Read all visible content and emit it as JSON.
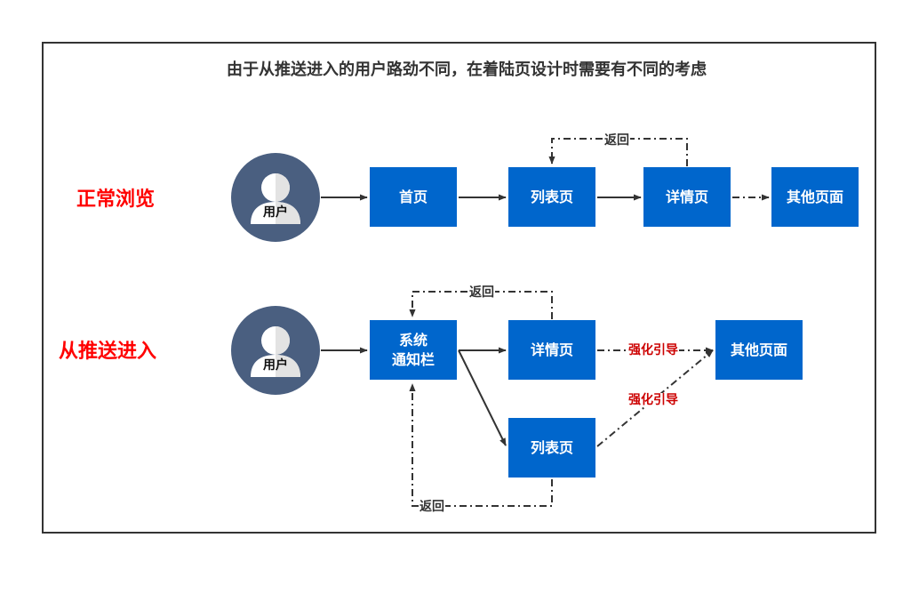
{
  "title": "由于从推送进入的用户路劲不同，在着陆页设计时需要有不同的考虑",
  "colors": {
    "node_fill": "#0066cc",
    "node_text": "#ffffff",
    "avatar_fill": "#4a5f80",
    "row_label": "#ff0000",
    "guide_label": "#cc0000",
    "edge": "#333333"
  },
  "rows": [
    {
      "label": "正常浏览",
      "user": "用户",
      "nodes": [
        {
          "id": "home",
          "label": "首页"
        },
        {
          "id": "list",
          "label": "列表页"
        },
        {
          "id": "detail",
          "label": "详情页"
        },
        {
          "id": "other",
          "label": "其他页面"
        }
      ],
      "edges": [
        {
          "from": "user",
          "to": "home",
          "style": "solid"
        },
        {
          "from": "home",
          "to": "list",
          "style": "solid"
        },
        {
          "from": "list",
          "to": "detail",
          "style": "solid"
        },
        {
          "from": "detail",
          "to": "other",
          "style": "dash-dot"
        },
        {
          "from": "detail",
          "to": "list",
          "style": "dash-dot",
          "label": "返回"
        }
      ]
    },
    {
      "label": "从推送进入",
      "user": "用户",
      "nodes": [
        {
          "id": "notify",
          "label_lines": [
            "系统",
            "通知栏"
          ]
        },
        {
          "id": "detail",
          "label": "详情页"
        },
        {
          "id": "list",
          "label": "列表页"
        },
        {
          "id": "other",
          "label": "其他页面"
        }
      ],
      "edges": [
        {
          "from": "user",
          "to": "notify",
          "style": "solid"
        },
        {
          "from": "notify",
          "to": "detail",
          "style": "solid"
        },
        {
          "from": "notify",
          "to": "list",
          "style": "solid"
        },
        {
          "from": "detail",
          "to": "other",
          "style": "dash-dot",
          "label": "强化引导"
        },
        {
          "from": "list",
          "to": "other",
          "style": "dash-dot",
          "label": "强化引导"
        },
        {
          "from": "detail",
          "to": "notify",
          "style": "dash-dot",
          "label": "返回"
        },
        {
          "from": "list",
          "to": "notify",
          "style": "dash-dot",
          "label": "返回"
        }
      ]
    }
  ]
}
